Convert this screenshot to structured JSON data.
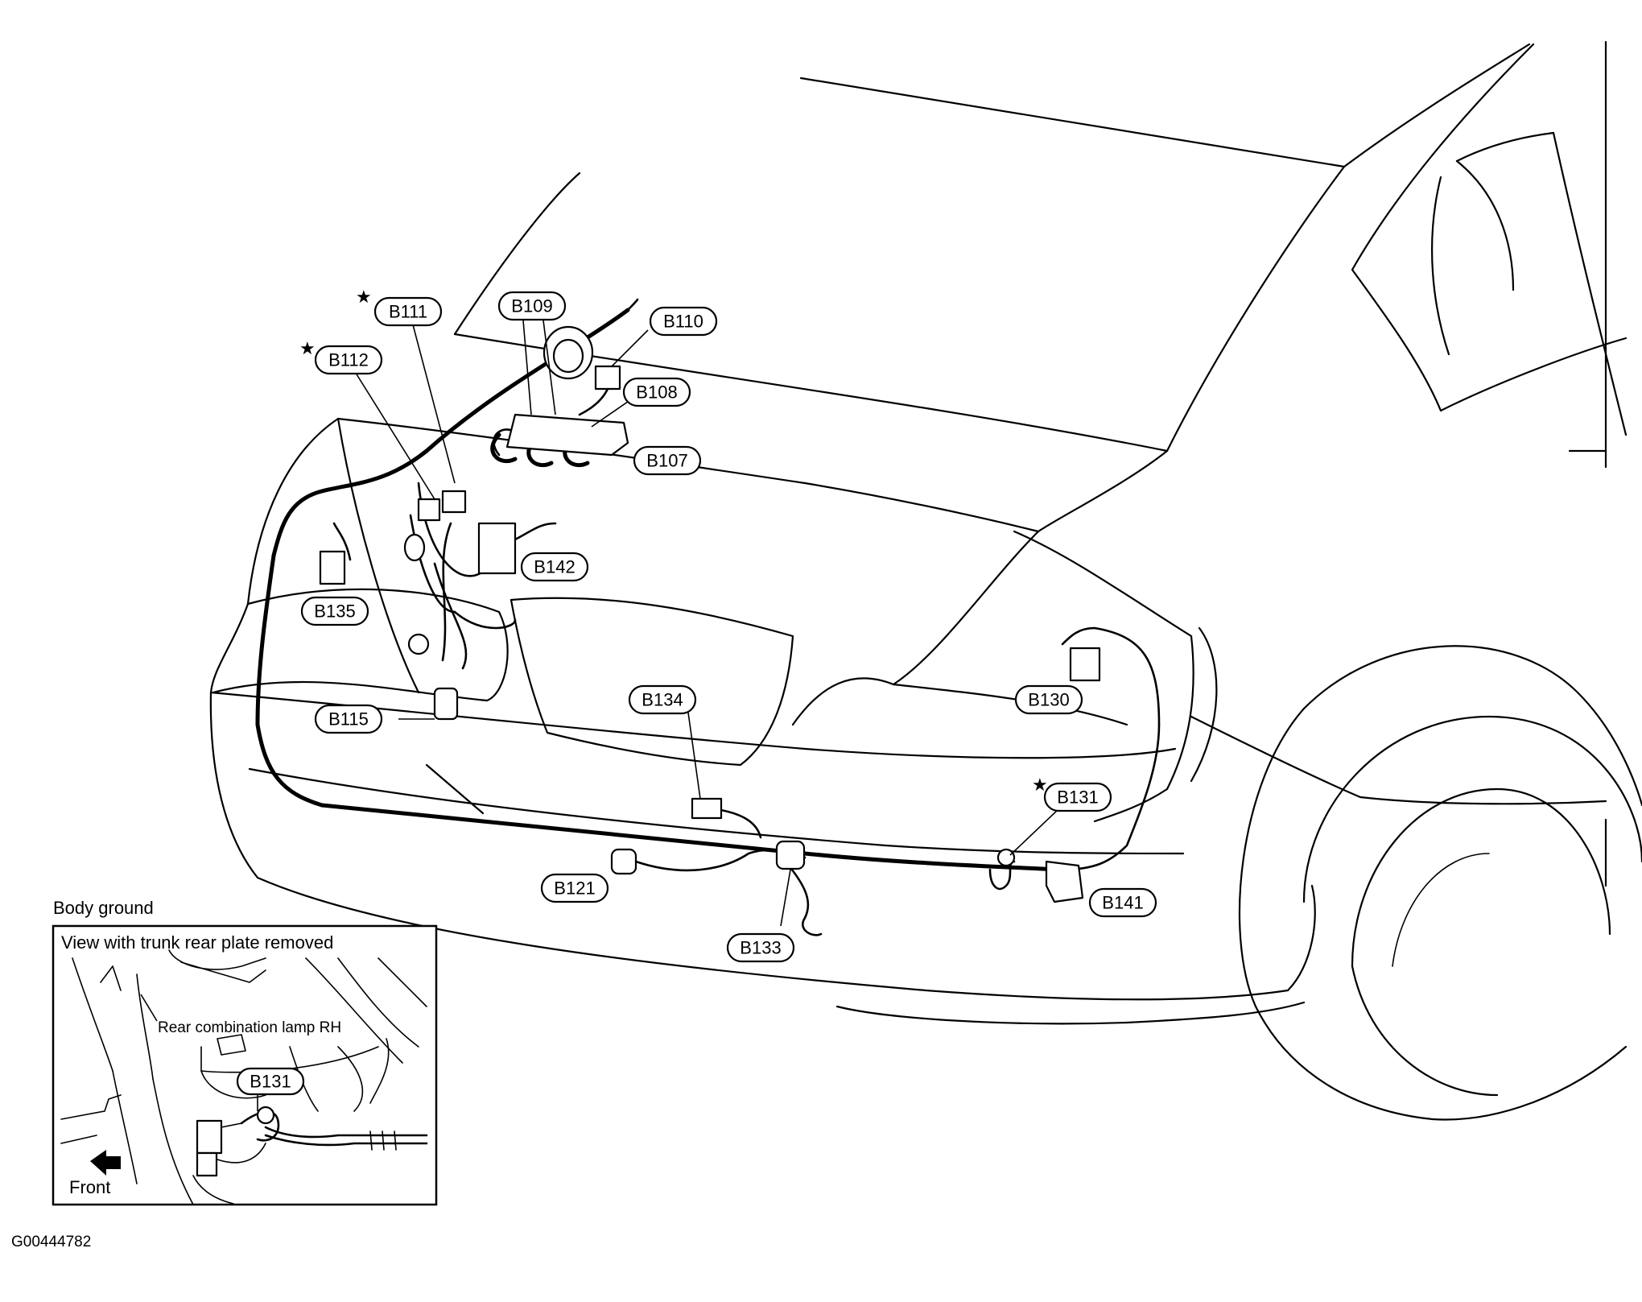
{
  "connectors": [
    {
      "id": "B111",
      "starred": true
    },
    {
      "id": "B112",
      "starred": true
    },
    {
      "id": "B109",
      "starred": false
    },
    {
      "id": "B110",
      "starred": false
    },
    {
      "id": "B108",
      "starred": false
    },
    {
      "id": "B107",
      "starred": false
    },
    {
      "id": "B142",
      "starred": false
    },
    {
      "id": "B135",
      "starred": false
    },
    {
      "id": "B115",
      "starred": false
    },
    {
      "id": "B134",
      "starred": false
    },
    {
      "id": "B130",
      "starred": false
    },
    {
      "id": "B131",
      "starred": true
    },
    {
      "id": "B121",
      "starred": false
    },
    {
      "id": "B133",
      "starred": false
    },
    {
      "id": "B141",
      "starred": false
    }
  ],
  "star_symbol": "★",
  "inset": {
    "heading": "Body ground",
    "caption": "View with trunk rear plate removed",
    "lamp_label": "Rear combination lamp RH",
    "connector": "B131",
    "front_label": "Front"
  },
  "figure_id": "G00444782"
}
